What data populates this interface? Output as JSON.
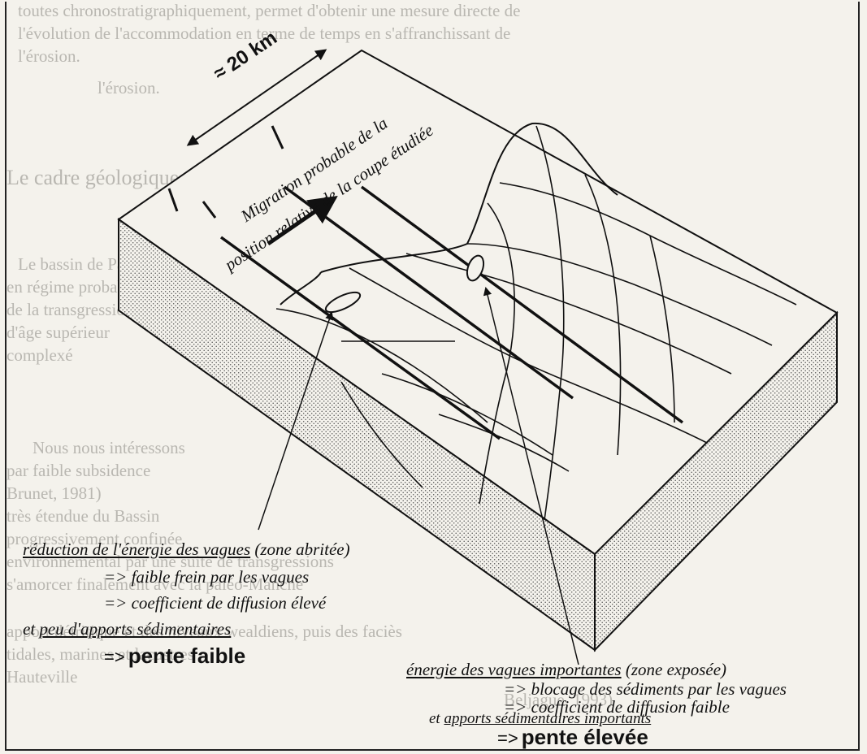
{
  "background_text": [
    "toutes chronostratigraphiquement, permet d'obtenir une mesure directe de",
    "l'évolution de l'accommodation en terme de temps en s'affranchissant de",
    "l'érosion.",
    "Le cadre géologique et les contraintes du modèle",
    "Le bassin de Paris sédimentaire au sud du Crétacé supérieur. Il s'initie au Crétacé",
    "en régime probablement extensif",
    "de la transgression",
    "d'âge supérieur",
    "complexé",
    "Nous nous intéressons",
    "par faible subsidence",
    "Brunet, 1981)",
    "très étendue du Bassin",
    "progressivement confinée",
    "environnemental par une suite de transgressions",
    "s'amorcer finalement avec la paléo-Manche",
    "apport détritique et des niveaux wealdiens, puis des faciès",
    "tidales, marines et lacustres",
    "Hauteville",
    "Beljague, 1993)"
  ],
  "scale": {
    "label": "≈ 20 km"
  },
  "migration": {
    "line1": "Migration probable de la",
    "line2": "position relative de la coupe étudiée"
  },
  "left_block": {
    "title": "réduction de l'énergie des vagues",
    "title_suffix": "(zone abritée)",
    "line1": "=> faible frein par les vagues",
    "line2": "=> coefficient de diffusion élevé",
    "line3_prefix": "et",
    "line3_underlined": "peu d'apports sédimentaires",
    "result_arrow": "=>",
    "result": "pente faible"
  },
  "right_block": {
    "title": "énergie des vagues importantes",
    "title_suffix": "(zone exposée)",
    "line1": "=> blocage des sédiments par les vagues",
    "line2": "=> coefficient de diffusion faible",
    "line3_prefix": "et",
    "line3_underlined": "apports sédimentaires importants",
    "result_arrow": "=>",
    "result": "pente élevée"
  }
}
